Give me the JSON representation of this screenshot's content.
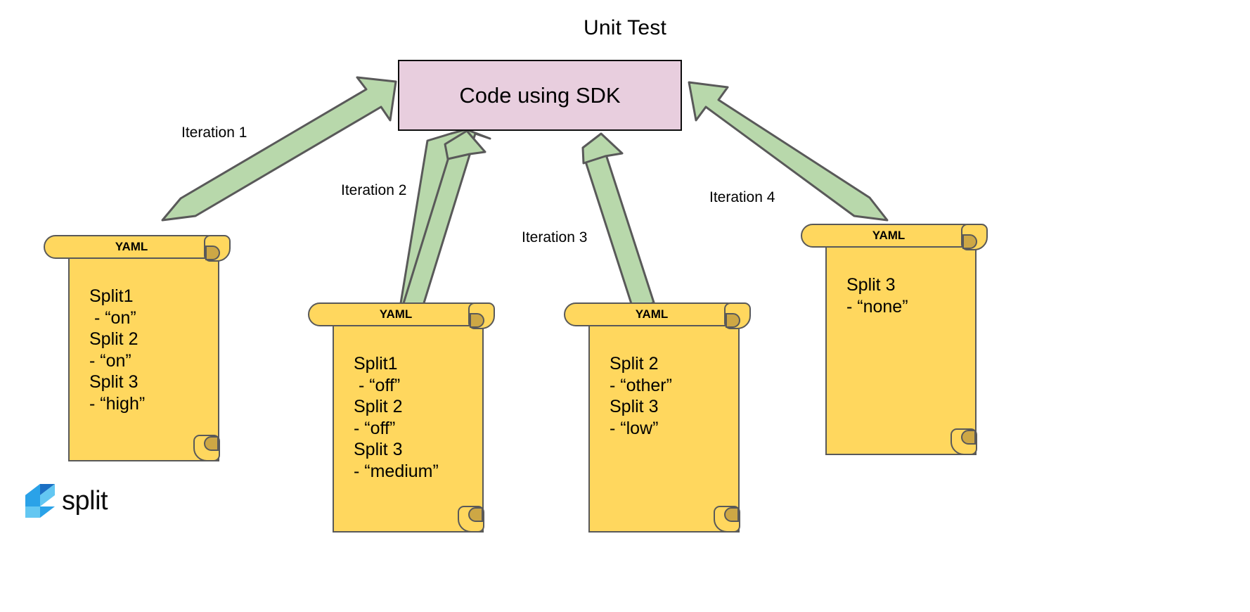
{
  "diagram": {
    "title": "Unit Test",
    "type": "flow-diagram",
    "background_color": "#ffffff"
  },
  "central_node": {
    "label": "Code using SDK",
    "fill_color": "#e8cede",
    "border_color": "#0d0d0d"
  },
  "arrow_style": {
    "fill_color": "#b8d8ab",
    "stroke_color": "#595959",
    "direction": "points-to-central-node"
  },
  "iterations": [
    {
      "label": "Iteration 1"
    },
    {
      "label": "Iteration 2"
    },
    {
      "label": "Iteration 3"
    },
    {
      "label": "Iteration 4"
    }
  ],
  "scrolls": [
    {
      "header": "YAML",
      "fill_color": "#ffd75e",
      "curl_color": "#cda745",
      "lines": [
        "Split1",
        " - “on”",
        "Split 2",
        "- “on”",
        "Split 3",
        "- “high”"
      ],
      "text": "Split1\n - “on”\nSplit 2\n- “on”\nSplit 3\n- “high”"
    },
    {
      "header": "YAML",
      "fill_color": "#ffd75e",
      "curl_color": "#cda745",
      "lines": [
        "Split1",
        " - “off”",
        "Split 2",
        "- “off”",
        "Split 3",
        "- “medium”"
      ],
      "text": "Split1\n - “off”\nSplit 2\n- “off”\nSplit 3\n- “medium”"
    },
    {
      "header": "YAML",
      "fill_color": "#ffd75e",
      "curl_color": "#cda745",
      "lines": [
        "Split 2",
        "- “other”",
        "Split 3",
        "- “low”"
      ],
      "text": "Split 2\n- “other”\nSplit 3\n- “low”"
    },
    {
      "header": "YAML",
      "fill_color": "#ffd75e",
      "curl_color": "#cda745",
      "lines": [
        "Split 3",
        "- “none”"
      ],
      "text": "Split 3\n- “none”"
    }
  ],
  "logo": {
    "wordmark": "split",
    "primary_color": "#2aa2e8",
    "secondary_color": "#1b6fc4",
    "light_color": "#63c7f2"
  }
}
